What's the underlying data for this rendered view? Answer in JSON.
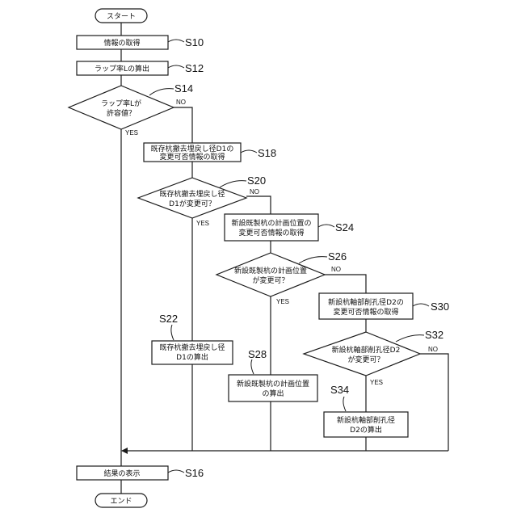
{
  "nodes": {
    "start": "スタート",
    "end": "エンド",
    "s10": {
      "line1": "情報の取得",
      "step": "S10"
    },
    "s12": {
      "line1": "ラップ率Lの算出",
      "step": "S12"
    },
    "s14": {
      "line1": "ラップ率Lが",
      "line2": "許容値？",
      "step": "S14"
    },
    "s18": {
      "line1": "既存杭撤去埋戻し径D1の",
      "line2": "変更可否情報の取得",
      "step": "S18"
    },
    "s20": {
      "line1": "既存杭撤去埋戻し径",
      "line2": "D1が変更可？",
      "step": "S20"
    },
    "s22": {
      "line1": "既存杭撤去埋戻し径",
      "line2": "D1の算出",
      "step": "S22"
    },
    "s24": {
      "line1": "新設既製杭の計画位置の",
      "line2": "変更可否情報の取得",
      "step": "S24"
    },
    "s26": {
      "line1": "新設既製杭の計画位置",
      "line2": "が変更可？",
      "step": "S26"
    },
    "s28": {
      "line1": "新設既製杭の計画位置",
      "line2": "の算出",
      "step": "S28"
    },
    "s30": {
      "line1": "新設杭軸部削孔径D2の",
      "line2": "変更可否情報の取得",
      "step": "S30"
    },
    "s32": {
      "line1": "新設杭軸部削孔径D2",
      "line2": "が変更可？",
      "step": "S32"
    },
    "s34": {
      "line1": "新設杭軸部削孔径",
      "line2": "D2の算出",
      "step": "S34"
    },
    "s16": {
      "line1": "結果の表示",
      "step": "S16"
    }
  },
  "labels": {
    "yes": "YES",
    "no": "NO"
  }
}
